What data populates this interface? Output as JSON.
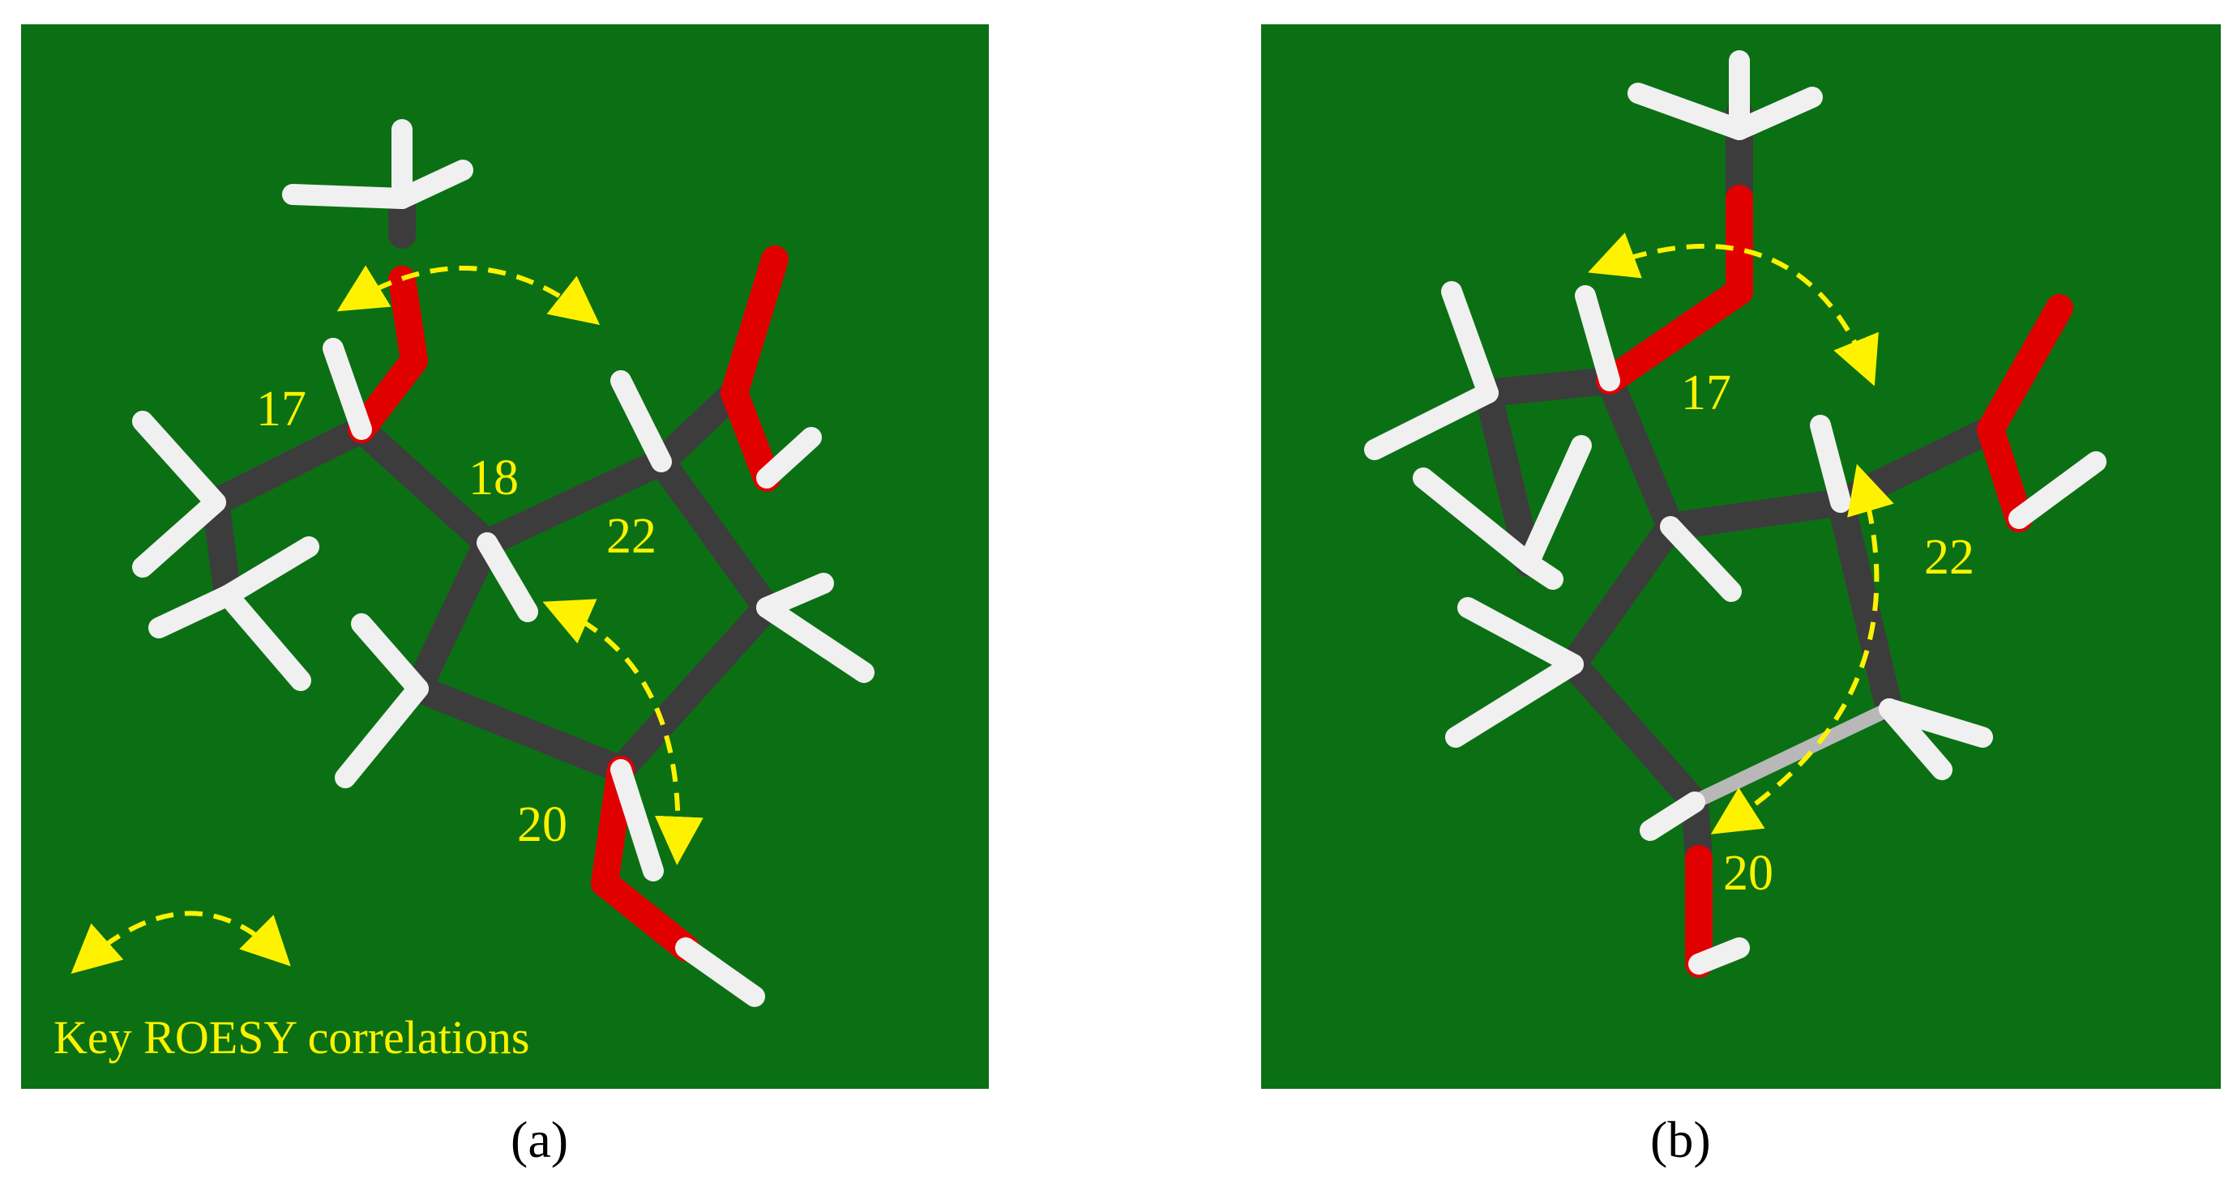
{
  "panel_a": {
    "labels": {
      "c17": "17",
      "c18": "18",
      "c22": "22",
      "c20": "20"
    },
    "legend": "Key ROESY correlations",
    "caption": "(a)"
  },
  "panel_b": {
    "labels": {
      "c17": "17",
      "c22": "22",
      "c20": "20"
    },
    "caption": "(b)"
  },
  "colors": {
    "background": "#0b7014",
    "carbon": "#3c3c3c",
    "oxygen": "#e00000",
    "hydrogen": "#f0f0f0",
    "arrow": "#fff200"
  }
}
